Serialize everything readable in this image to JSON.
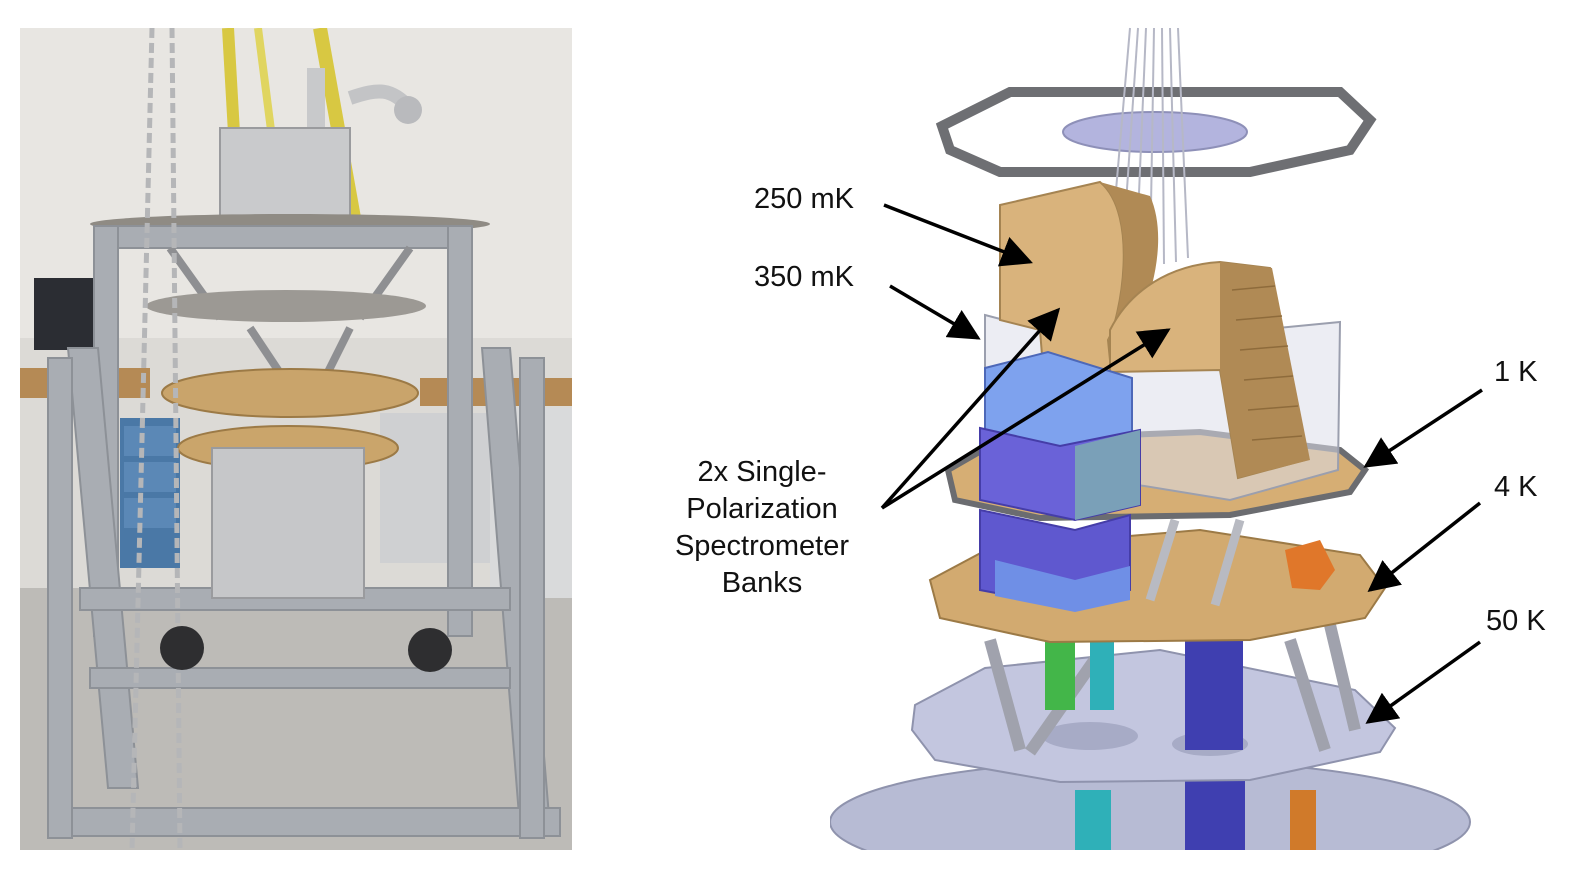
{
  "labels": {
    "l250mK": "250 mK",
    "l350mK": "350 mK",
    "l1K": "1 K",
    "l4K": "4 K",
    "l50K": "50 K",
    "banks": [
      "2x Single-",
      "Polarization",
      "Spectrometer",
      "Banks"
    ]
  },
  "colors": {
    "label_text": "#111111",
    "arrow": "#000000",
    "plate_gold": "#c9a46b",
    "plate_gray": "#b9bfd8",
    "spectrometer_blue": "#6f8fe6",
    "spectrometer_violet": "#6a62d8",
    "frame_aluminum": "#a9adb3"
  }
}
